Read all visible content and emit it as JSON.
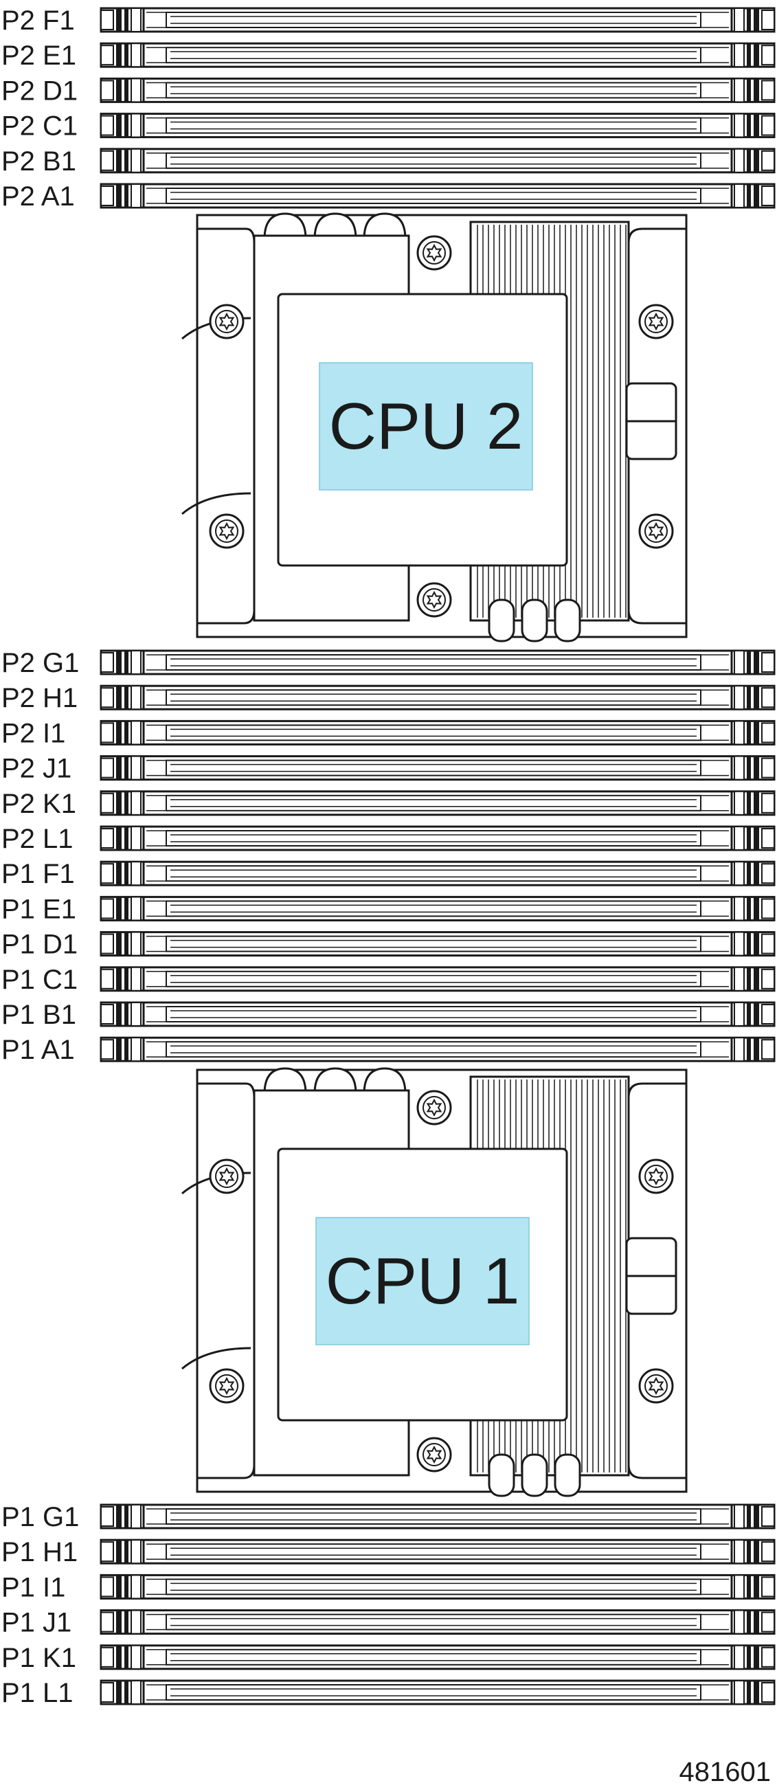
{
  "diagram": {
    "figure_number": "481601",
    "colors": {
      "line": "#1a1a1a",
      "cpu_highlight": "#b3e5f2",
      "background": "#ffffff"
    },
    "upper_slots": [
      "P2 F1",
      "P2 E1",
      "P2 D1",
      "P2 C1",
      "P2 B1",
      "P2 A1"
    ],
    "middle_slots": [
      "P2 G1",
      "P2 H1",
      "P2 I1",
      "P2 J1",
      "P2 K1",
      "P2 L1",
      "P1 F1",
      "P1 E1",
      "P1 D1",
      "P1 C1",
      "P1 B1",
      "P1 A1"
    ],
    "lower_slots": [
      "P1 G1",
      "P1 H1",
      "P1 I1",
      "P1 J1",
      "P1 K1",
      "P1 L1"
    ],
    "cpus": [
      {
        "label": "CPU 2"
      },
      {
        "label": "CPU 1"
      }
    ]
  }
}
